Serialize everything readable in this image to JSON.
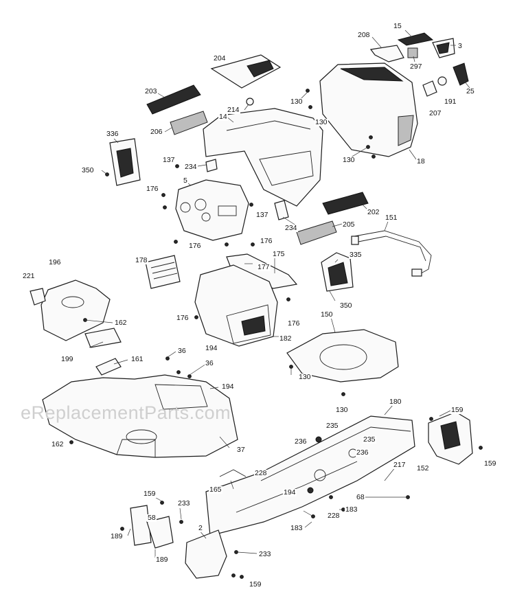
{
  "watermark": "eReplacementParts.com",
  "callouts": [
    "15",
    "208",
    "3",
    "297",
    "204",
    "25",
    "203",
    "130",
    "214",
    "14",
    "191",
    "207",
    "206",
    "130",
    "336",
    "130",
    "18",
    "137",
    "234",
    "350",
    "5",
    "176",
    "202",
    "137",
    "151",
    "234",
    "205",
    "176",
    "176",
    "178",
    "175",
    "335",
    "177",
    "196",
    "221",
    "350",
    "162",
    "176",
    "150",
    "176",
    "182",
    "199",
    "194",
    "161",
    "36",
    "36",
    "194",
    "130",
    "130",
    "180",
    "159",
    "235",
    "235",
    "236",
    "236",
    "162",
    "37",
    "159",
    "228",
    "217",
    "152",
    "165",
    "194",
    "68",
    "228",
    "183",
    "159",
    "233",
    "58",
    "2",
    "183",
    "189",
    "233",
    "189",
    "159"
  ]
}
